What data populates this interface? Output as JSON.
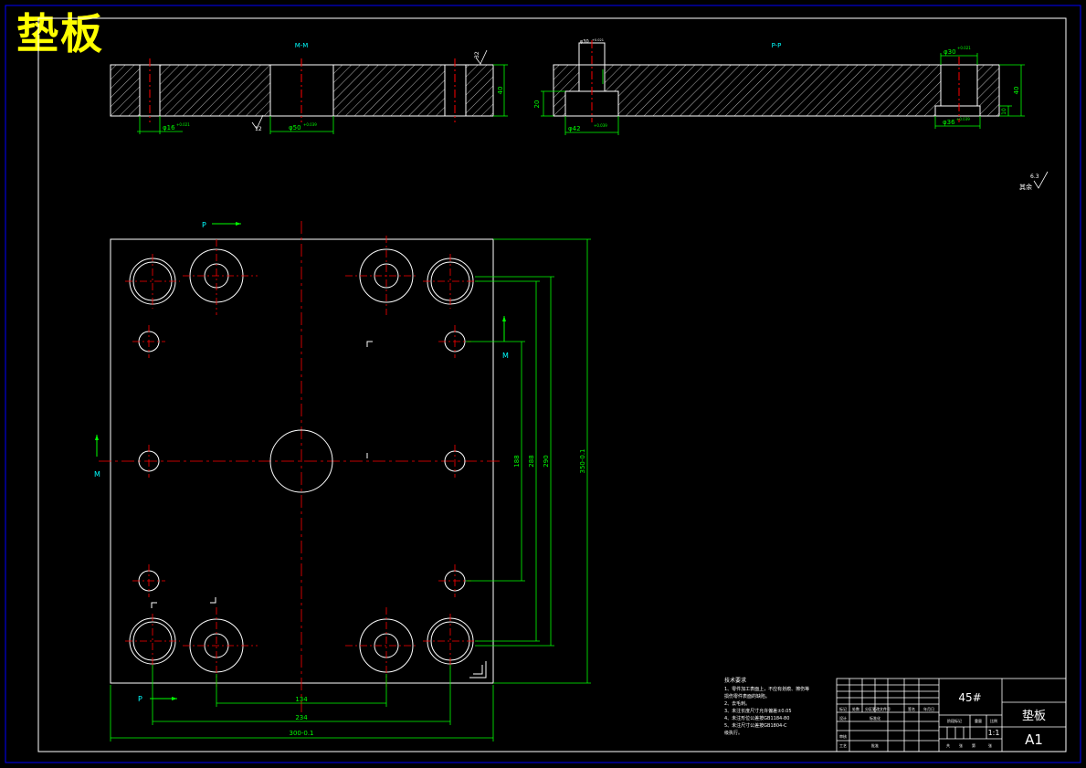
{
  "title": "垫板",
  "colors": {
    "outline": "#ffffff",
    "centerline": "#ff0000",
    "dimension": "#00ff00",
    "label": "#00ffff",
    "frame": "#0000ff",
    "title": "#ffff00"
  },
  "section_top": {
    "label": "M-M",
    "dims": {
      "hole16": "φ16",
      "hole16_tol": "+0.021",
      "bore50": "φ50",
      "bore50_tol": "+0.039",
      "thickness": "40",
      "rough1": "12",
      "rough2": "32"
    }
  },
  "section_right": {
    "label": "P-P",
    "dims": {
      "boss": "φ30",
      "boss_tol": "+0.021",
      "step42": "φ42",
      "step42_tol": "+0.039",
      "step36": "φ36",
      "step36_tol": "+0.039",
      "hole30": "φ30",
      "hole30_tol": "+0.021",
      "depth20": "20",
      "thickness": "40",
      "depth10": "10"
    }
  },
  "plan_view": {
    "section_marks": {
      "p_top": "P",
      "p_bottom": "P",
      "m_right": "M",
      "m_left": "M"
    },
    "dims": {
      "d134": "134",
      "d234": "234",
      "d300": "300-0.1",
      "d188": "188",
      "d288": "288",
      "d290": "290",
      "d350": "350-0.1"
    }
  },
  "roughness_note": {
    "label": "其余",
    "value": "6.3"
  },
  "tech_requirements": {
    "heading": "技术要求",
    "lines": [
      "1、零件加工表面上，不应有划痕、擦伤等",
      "   损伤零件表面的缺陷。",
      "2、去毛刺。",
      "3、未注长度尺寸允许偏差±0.05",
      "4、未注形位公差按GB1184-80",
      "5、未注尺寸公差按GB1804-C",
      "   级执行。"
    ]
  },
  "title_block": {
    "material": "45#",
    "part_name": "垫板",
    "sheet_size": "A1",
    "scale": "1:1",
    "row_labels": [
      "标记",
      "处数",
      "分区",
      "更改文件号",
      "签名",
      "年月日"
    ],
    "approval": [
      "设计",
      "标准化",
      "审核",
      "工艺",
      "批准"
    ],
    "stage_labels": [
      "阶段标记",
      "重量",
      "比例"
    ],
    "sheet_labels": [
      "共",
      "张",
      "第",
      "张"
    ]
  }
}
